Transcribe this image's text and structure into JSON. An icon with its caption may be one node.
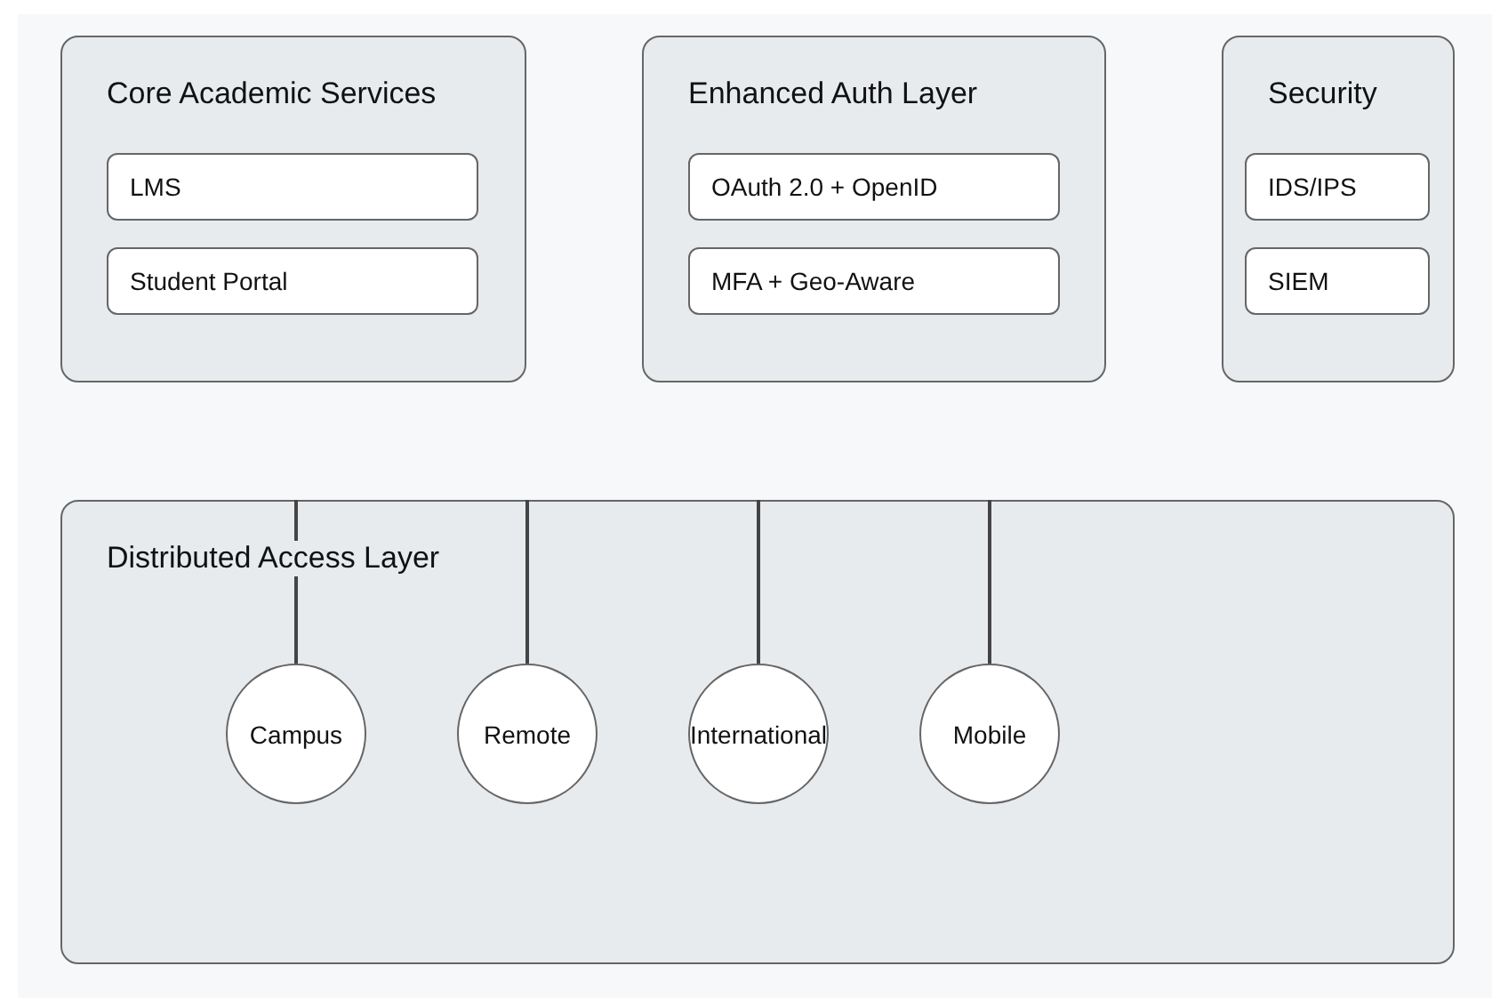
{
  "diagram": {
    "nodes": [
      {
        "text": [
          "Core Academic Services"
        ]
      },
      {
        "text": [
          "LMS"
        ],
        "in": 0
      },
      {
        "text": [
          "Student Portal"
        ],
        "in": 0
      },
      {
        "text": [
          "Enhanced Auth Layer"
        ]
      },
      {
        "text": [
          "OAuth 2.0 + OpenID"
        ],
        "in": 3
      },
      {
        "text": [
          "MFA + Geo-Aware"
        ],
        "in": 3
      },
      {
        "text": [
          "Security"
        ]
      },
      {
        "text": [
          "IDS/IPS"
        ],
        "in": 6
      },
      {
        "text": [
          "SIEM"
        ],
        "in": 6
      },
      {
        "text": [
          "Distributed Access Layer"
        ]
      },
      {
        "text": [
          "Campus"
        ],
        "in": 9
      },
      {
        "text": [
          "Remote"
        ],
        "in": 9
      },
      {
        "text": [
          "International"
        ],
        "in": 9
      },
      {
        "text": [
          "Mobile"
        ],
        "in": 9
      }
    ],
    "edges": [
      {
        "from": 10,
        "to": 9,
        "arrow": "none"
      },
      {
        "from": 11,
        "to": 9,
        "arrow": "none"
      },
      {
        "from": 12,
        "to": 9,
        "arrow": "none"
      },
      {
        "from": 13,
        "to": 9,
        "arrow": "none"
      }
    ]
  }
}
